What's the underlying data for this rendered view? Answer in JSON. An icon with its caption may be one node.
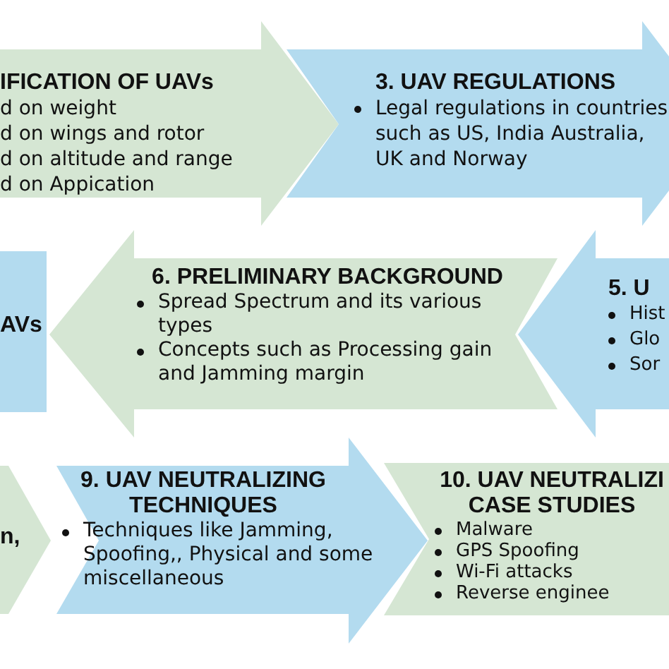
{
  "diagram": {
    "nodes": [
      {
        "text": [
          "IFICATION OF UAVs",
          "d on weight",
          "d on wings and rotor",
          "d on altitude and range",
          "d on Appication"
        ]
      },
      {
        "text": [
          "3. UAV REGULATIONS",
          "Legal regulations in countries such as US, India Australia, UK and Norway"
        ]
      },
      {
        "text": [
          "AVs"
        ]
      },
      {
        "text": [
          "6. PRELIMINARY BACKGROUND",
          "Spread Spectrum and its various types",
          "Concepts such as Processing gain and Jamming margin"
        ]
      },
      {
        "text": [
          "5. U",
          "Hist",
          "Glo",
          "Sor"
        ]
      },
      {
        "text": [
          "n,"
        ]
      },
      {
        "text": [
          "9. UAV NEUTRALIZING TECHNIQUES",
          "Techniques like Jamming, Spoofing,, Physical and some miscellaneous"
        ]
      },
      {
        "text": [
          "10. UAV NEUTRALIZI CASE STUDIES",
          "Malware",
          "GPS Spoofing",
          "Wi-Fi attacks",
          "Reverse enginee"
        ]
      }
    ]
  }
}
